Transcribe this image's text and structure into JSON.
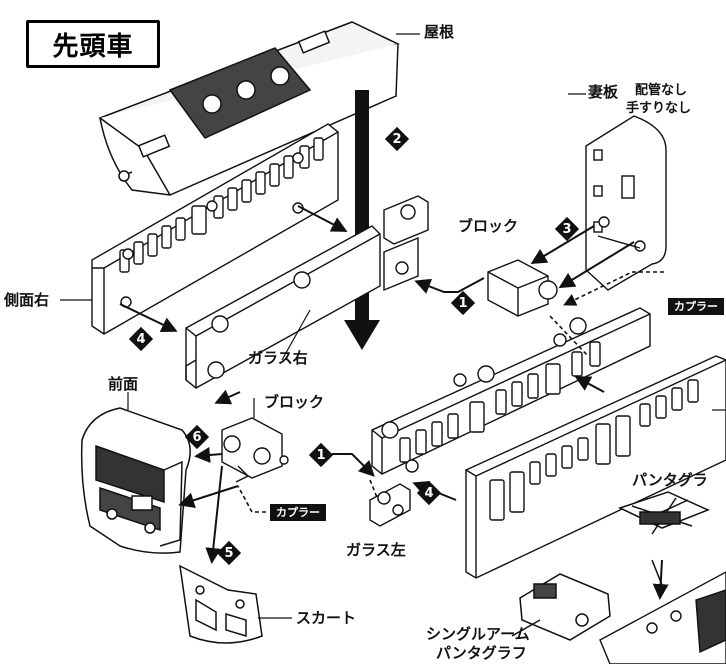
{
  "title": "先頭車",
  "labels": {
    "yane": "屋根",
    "tsumaita": "妻板",
    "haikan": "配管なし",
    "tesuri": "手すりなし",
    "block_top": "ブロック",
    "coupler_right": "カプラー",
    "sokumen_migi": "側面右",
    "glass_migi": "ガラス右",
    "zenmen": "前面",
    "block_bottom": "ブロック",
    "coupler_bottom": "カプラー",
    "glass_hidari": "ガラス左",
    "skirt": "スカート",
    "single_arm_1": "シングルアーム",
    "single_arm_2": "パンタグラフ",
    "pantagraph": "パンタグラ"
  },
  "steps": {
    "s1a": "1",
    "s1b": "1",
    "s2": "2",
    "s3": "3",
    "s4a": "4",
    "s4b": "4",
    "s5": "5",
    "s6": "6"
  }
}
